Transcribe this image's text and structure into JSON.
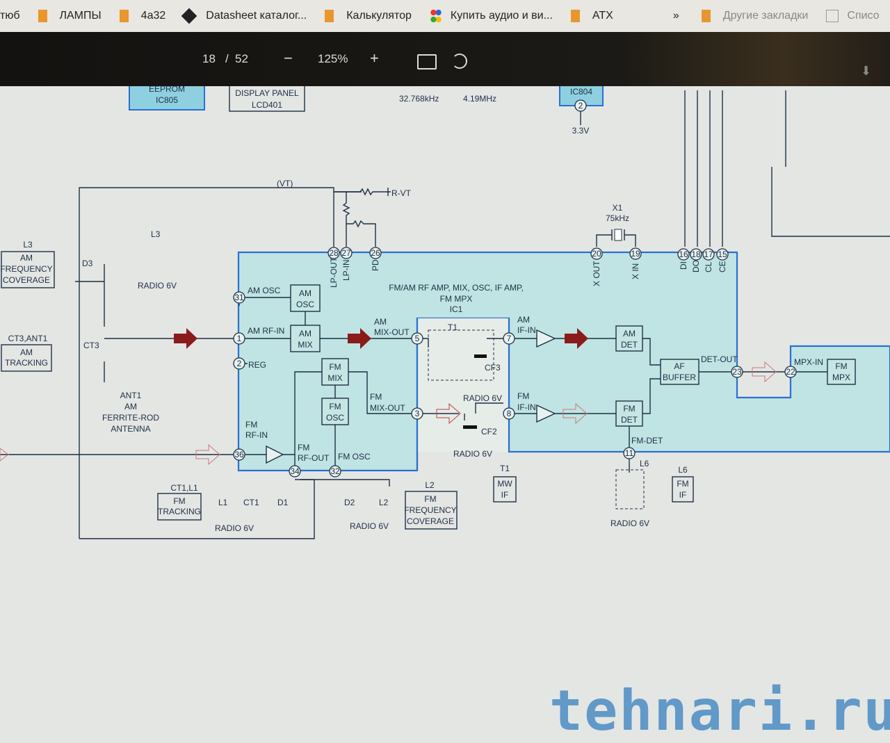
{
  "bookmarks": {
    "items": [
      {
        "label": "тюб",
        "icon": "folder-icon"
      },
      {
        "label": "ЛАМПЫ",
        "icon": "folder-icon"
      },
      {
        "label": "4a32",
        "icon": "folder-icon"
      },
      {
        "label": "Datasheet каталог...",
        "icon": "chip-icon"
      },
      {
        "label": "Калькулятор",
        "icon": "folder-icon"
      },
      {
        "label": "Купить аудио и ви...",
        "icon": "google-dots-icon"
      },
      {
        "label": "ATX",
        "icon": "folder-icon"
      }
    ],
    "more": "»",
    "other": "Другие закладки",
    "reading_list": "Списо"
  },
  "viewer": {
    "page_current": "18",
    "page_sep": "/",
    "page_total": "52",
    "zoom_out": "−",
    "zoom": "125%",
    "zoom_in": "+",
    "fit_icon": "fit-page-icon",
    "rotate_icon": "rotate-icon",
    "download_icon": "download-icon"
  },
  "diagram": {
    "colors": {
      "ic_fill": "#bfe4e3",
      "ic_border": "#2a6fd0",
      "line": "#1d2f44",
      "am_arrow": "#8b1a1a"
    },
    "top": {
      "eeprom": "EEPROM",
      "ic805": "IC805",
      "display": "DISPLAY PANEL",
      "lcd401": "LCD401",
      "f1": "32.768kHz",
      "f2": "4.19MHz",
      "ic804": "IC804",
      "p2": "2",
      "v33": "3.3V"
    },
    "vt": "(VT)",
    "rvt": "R-VT",
    "x1": "X1",
    "x1f": "75kHz",
    "ic_title": [
      "FM/AM RF AMP, MIX, OSC, IF AMP,",
      "FM MPX",
      "IC1"
    ],
    "pins": {
      "p28": "28",
      "p27": "27",
      "p26": "26",
      "p20": "20",
      "p19": "19",
      "p16": "16",
      "p18": "18",
      "p17": "17",
      "p15": "15",
      "p31": "31",
      "p1": "1",
      "p2": "2",
      "p36": "36",
      "p34": "34",
      "p32": "32",
      "p5": "5",
      "p3": "3",
      "p7": "7",
      "p8": "8",
      "p23": "23",
      "p22": "22",
      "p11": "11"
    },
    "pin_labels": {
      "lpout": "LP-OUT",
      "lpin": "LP-IN",
      "pd": "PD",
      "xout": "X OUT",
      "xin": "X IN",
      "di": "DI",
      "do": "DO",
      "cl": "CL",
      "ce": "CE"
    },
    "signals": {
      "amosc": "AM OSC",
      "amrfin": "AM RF-IN",
      "reg": "REG",
      "ammixout1": "AM",
      "ammixout2": "MIX-OUT",
      "fmmixout1": "FM",
      "fmmixout2": "MIX-OUT",
      "fmrfin1": "FM",
      "fmrfin2": "RF-IN",
      "fmrfout1": "FM",
      "fmrfout2": "RF-OUT",
      "fmosc": "FM OSC",
      "amifin1": "AM",
      "amifin2": "IF-IN",
      "fmifin1": "FM",
      "fmifin2": "IF-IN",
      "detout": "DET-OUT",
      "mpxin": "MPX-IN",
      "fmdet": "FM-DET"
    },
    "blocks": {
      "amosc": [
        "AM",
        "OSC"
      ],
      "ammix": [
        "AM",
        "MIX"
      ],
      "fmmix": [
        "FM",
        "MIX"
      ],
      "fmosc": [
        "FM",
        "OSC"
      ],
      "amdet": [
        "AM",
        "DET"
      ],
      "afbuf": [
        "AF",
        "BUFFER"
      ],
      "fmdet": [
        "FM",
        "DET"
      ],
      "fmmpx": [
        "FM",
        "MPX"
      ]
    },
    "parts": {
      "l3": "L3",
      "d3": "D3",
      "radio6v": "RADIO 6V",
      "ct3": "CT3",
      "ant1": [
        "ANT1",
        "AM",
        "FERRITE-ROD",
        "ANTENNA"
      ],
      "t1": "T1",
      "cf3": "CF3",
      "cf2": "CF2",
      "l6": "L6",
      "l1": "L1",
      "ct1": "CT1",
      "d1": "D1",
      "d2": "D2",
      "l2": "L2"
    },
    "legend": {
      "l3": [
        "L3",
        "AM",
        "FREQUENCY",
        "COVERAGE"
      ],
      "ct3": [
        "CT3,ANT1",
        "AM",
        "TRACKING"
      ],
      "ct1": [
        "CT1,L1",
        "FM",
        "TRACKING"
      ],
      "l2": [
        "L2",
        "FM",
        "FREQUENCY",
        "COVERAGE"
      ],
      "t1": [
        "T1",
        "MW",
        "IF"
      ],
      "l6": [
        "L6",
        "FM",
        "IF"
      ]
    }
  },
  "watermark": "tehnari.ru"
}
